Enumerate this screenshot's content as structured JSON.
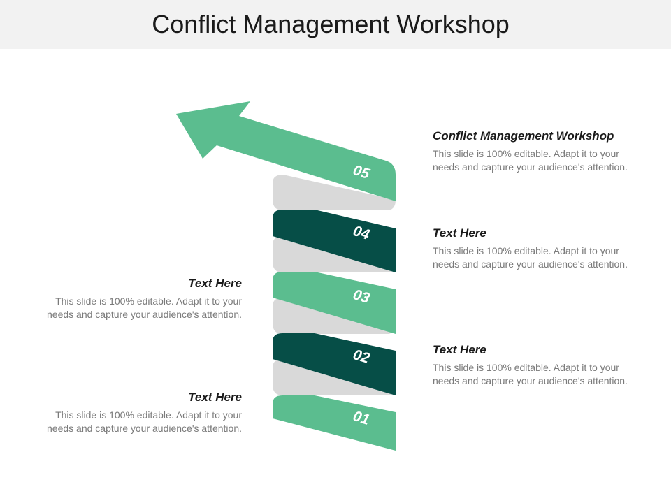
{
  "title": "Conflict Management Workshop",
  "colors": {
    "light_green": "#5bbd8f",
    "dark_green": "#064e47",
    "gray": "#d9d9d9",
    "title_bar": "#f2f2f2"
  },
  "steps": [
    {
      "number": "01",
      "color": "light_green"
    },
    {
      "number": "02",
      "color": "dark_green"
    },
    {
      "number": "03",
      "color": "light_green"
    },
    {
      "number": "04",
      "color": "dark_green"
    },
    {
      "number": "05",
      "color": "light_green"
    }
  ],
  "text_blocks": {
    "right_1": {
      "heading": "Conflict Management Workshop",
      "body": "This slide is 100% editable. Adapt it to your needs and capture your audience's attention."
    },
    "right_2": {
      "heading": "Text Here",
      "body": "This slide is 100% editable. Adapt it to your needs and capture your audience's attention."
    },
    "right_3": {
      "heading": "Text Here",
      "body": "This slide is 100% editable. Adapt it to your needs and capture your audience's attention."
    },
    "left_1": {
      "heading": "Text Here",
      "body": "This slide is 100% editable. Adapt it to your needs and capture your audience's attention."
    },
    "left_2": {
      "heading": "Text Here",
      "body": "This slide is 100% editable. Adapt it to your needs and capture your audience's attention."
    }
  }
}
